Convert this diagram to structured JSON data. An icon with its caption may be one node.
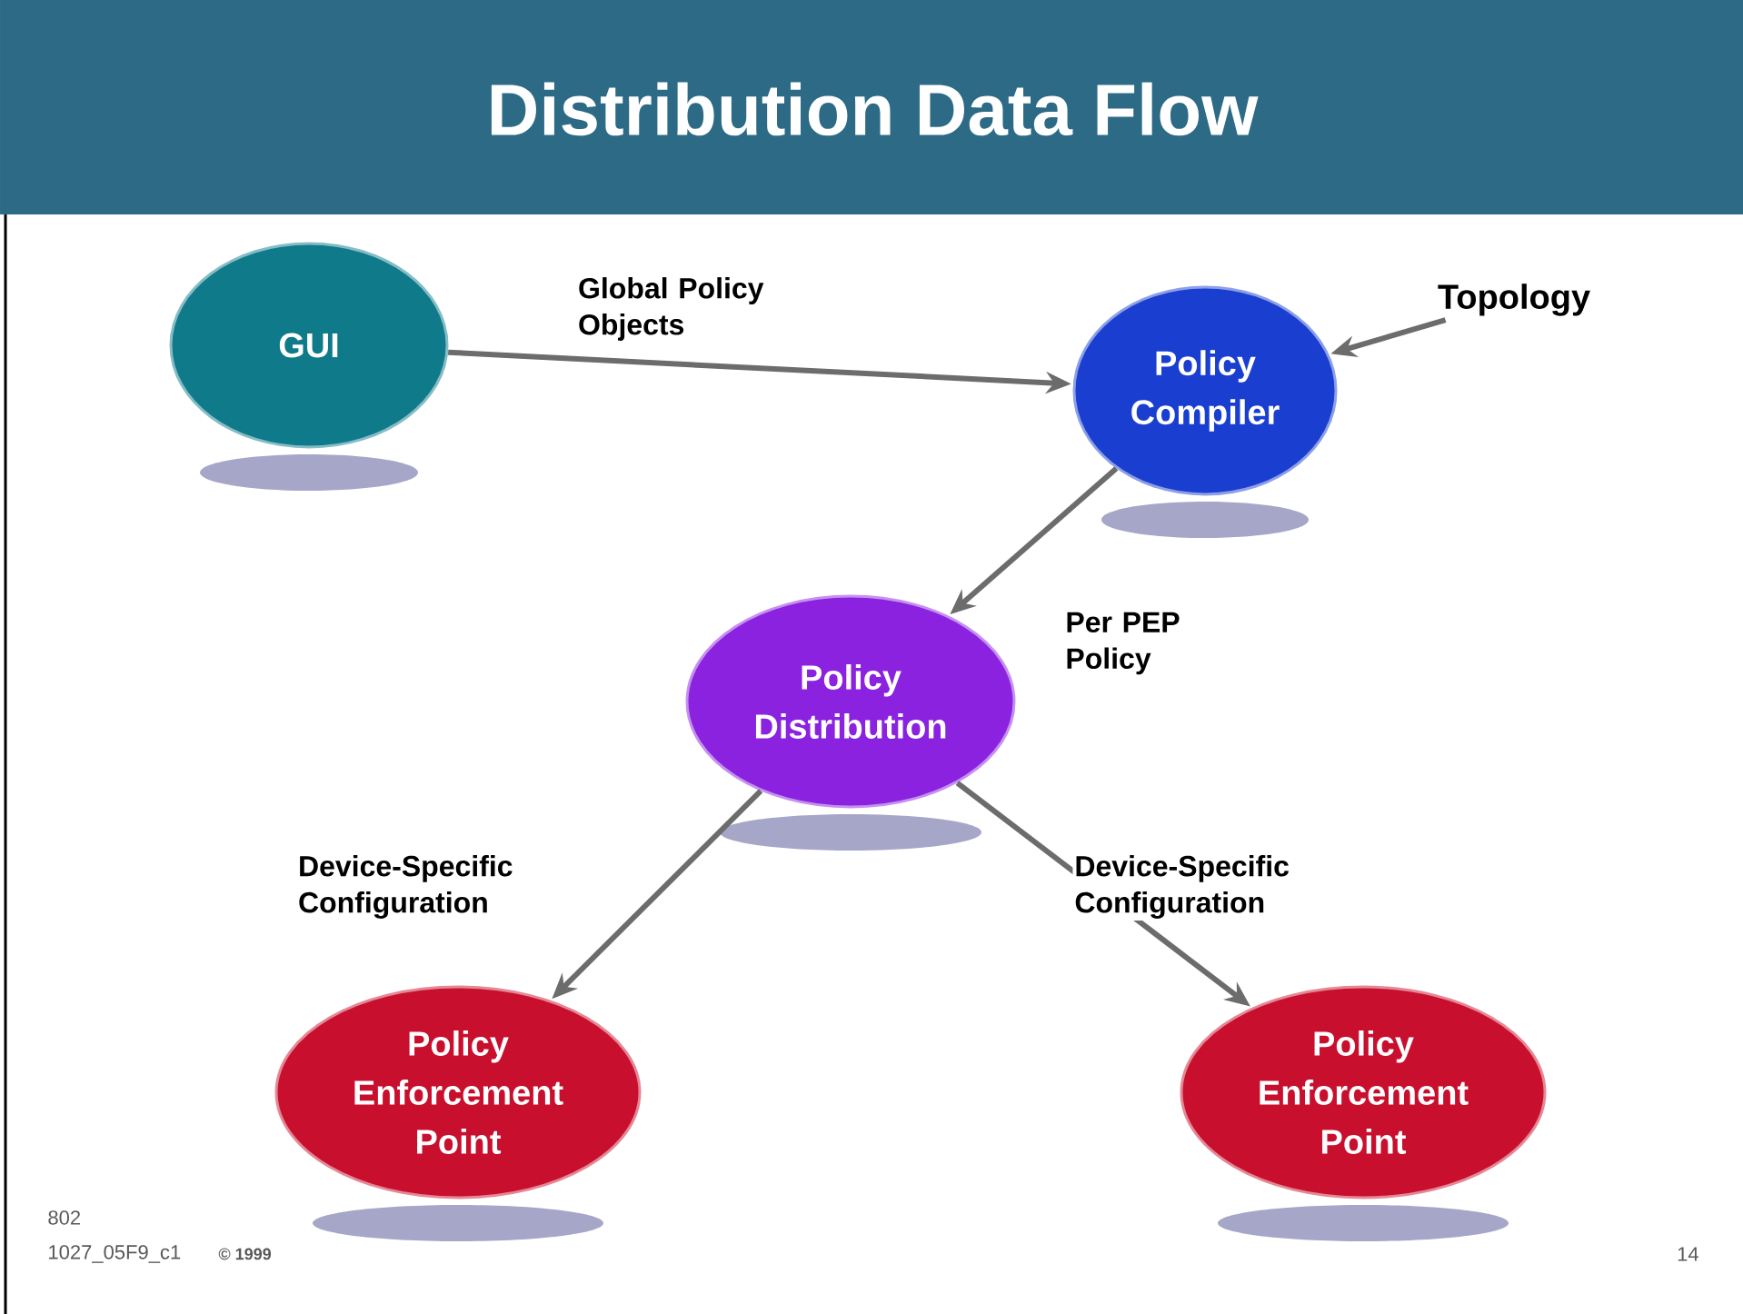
{
  "diagram": {
    "title": "Distribution Data Flow",
    "nodes": [
      {
        "text": [
          "GUI"
        ]
      },
      {
        "text": [
          "Policy Compiler"
        ]
      },
      {
        "text": [
          "Policy Distribution"
        ]
      },
      {
        "text": [
          "Policy Enforcement Point"
        ]
      },
      {
        "text": [
          "Policy Enforcement Point"
        ]
      },
      {
        "text": [
          "Topology"
        ]
      }
    ],
    "edges": [
      {
        "from": 0,
        "to": 1,
        "arrow": "to",
        "label": "Global Policy Objects"
      },
      {
        "from": 5,
        "to": 1,
        "arrow": "to"
      },
      {
        "from": 1,
        "to": 2,
        "arrow": "to",
        "label": "Per PEP Policy"
      },
      {
        "from": 2,
        "to": 3,
        "arrow": "to",
        "label": "Device-Specific Configuration"
      },
      {
        "from": 2,
        "to": 4,
        "arrow": "to",
        "label": "Device-Specific Configuration"
      }
    ],
    "labels": [
      "802",
      "1027_05F9_c1",
      "© 1999",
      "14"
    ]
  }
}
